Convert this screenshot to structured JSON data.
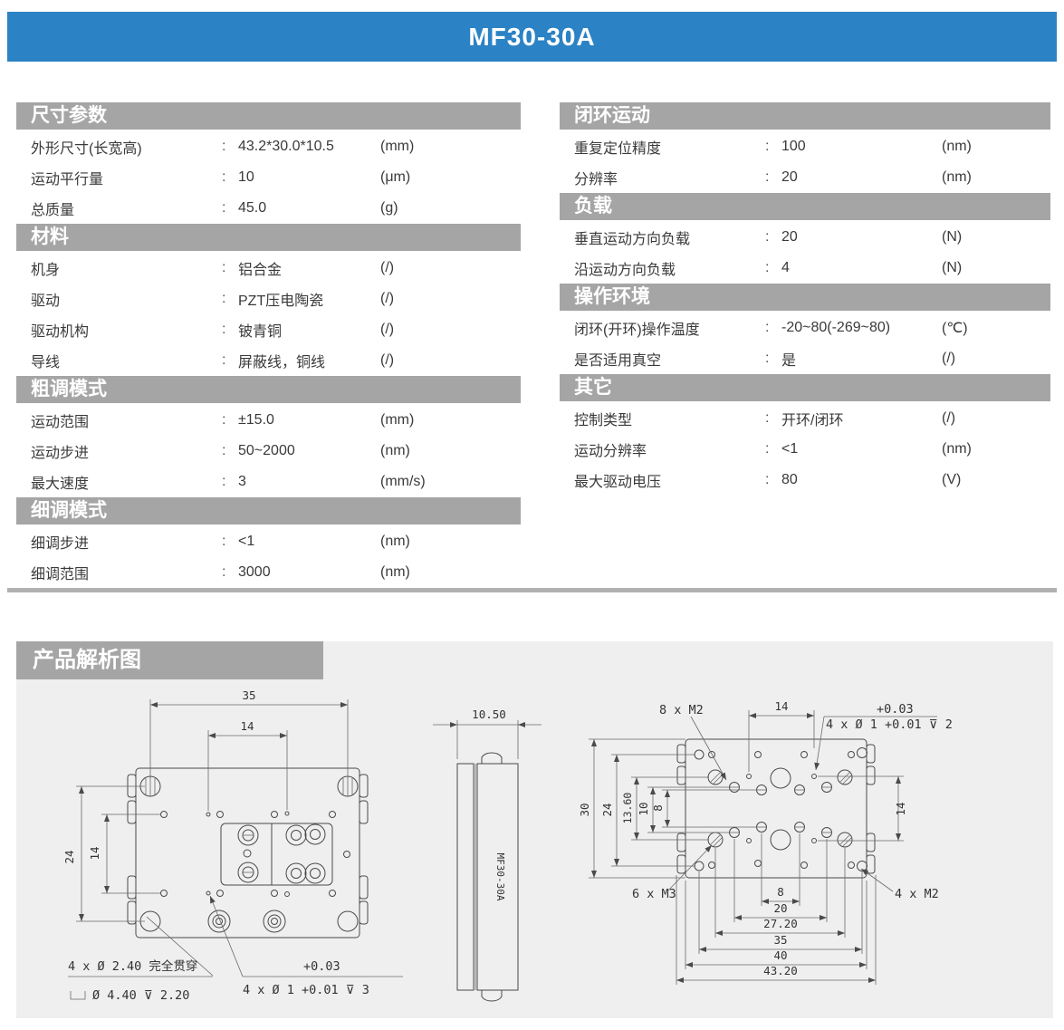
{
  "header": {
    "title": "MF30-30A",
    "accent_color": "#2b82c4"
  },
  "spec": {
    "columns": [
      {
        "sections": [
          {
            "header": "尺寸参数",
            "rows": [
              {
                "label": "外形尺寸(长宽高)",
                "value": "43.2*30.0*10.5",
                "unit": "(mm)"
              },
              {
                "label": "运动平行量",
                "value": "10",
                "unit": "(μm)"
              },
              {
                "label": "总质量",
                "value": "45.0",
                "unit": "(g)"
              }
            ]
          },
          {
            "header": "材料",
            "rows": [
              {
                "label": "机身",
                "value": "铝合金",
                "unit": "(/)"
              },
              {
                "label": "驱动",
                "value": "PZT压电陶瓷",
                "unit": "(/)"
              },
              {
                "label": "驱动机构",
                "value": "铍青铜",
                "unit": "(/)"
              },
              {
                "label": "导线",
                "value": "屏蔽线，铜线",
                "unit": "(/)"
              }
            ]
          },
          {
            "header": "粗调模式",
            "rows": [
              {
                "label": "运动范围",
                "value": "±15.0",
                "unit": "(mm)"
              },
              {
                "label": "运动步进",
                "value": "50~2000",
                "unit": "(nm)"
              },
              {
                "label": "最大速度",
                "value": "3",
                "unit": "(mm/s)"
              }
            ]
          },
          {
            "header": "细调模式",
            "rows": [
              {
                "label": "细调步进",
                "value": "<1",
                "unit": "(nm)"
              },
              {
                "label": "细调范围",
                "value": "3000",
                "unit": "(nm)"
              }
            ]
          }
        ]
      },
      {
        "sections": [
          {
            "header": "闭环运动",
            "rows": [
              {
                "label": "重复定位精度",
                "value": "100",
                "unit": "(nm)"
              },
              {
                "label": "分辨率",
                "value": "20",
                "unit": "(nm)"
              }
            ]
          },
          {
            "header": "负载",
            "rows": [
              {
                "label": "垂直运动方向负载",
                "value": "20",
                "unit": "(N)"
              },
              {
                "label": "沿运动方向负载",
                "value": "4",
                "unit": "(N)"
              }
            ]
          },
          {
            "header": "操作环境",
            "rows": [
              {
                "label": "闭环(开环)操作温度",
                "value": "-20~80(-269~80)",
                "unit": "(℃)"
              },
              {
                "label": "是否适用真空",
                "value": "是",
                "unit": "(/)"
              }
            ]
          },
          {
            "header": "其它",
            "rows": [
              {
                "label": "控制类型",
                "value": "开环/闭环",
                "unit": "(/)"
              },
              {
                "label": "运动分辨率",
                "value": "<1",
                "unit": "(nm)"
              },
              {
                "label": "最大驱动电压",
                "value": "80",
                "unit": "(V)"
              }
            ]
          }
        ]
      }
    ]
  },
  "diagram": {
    "title": "产品解析图",
    "top_view": {
      "dim_width": "35",
      "dim_inner_width": "14",
      "dim_height": "24",
      "dim_inner_height": "14",
      "note_thru_line1": "4 x Ø 2.40 完全贯穿",
      "note_thru_line2": "Ø 4.40 ⊽ 2.20",
      "note_pins_tol": "+0.03",
      "note_pins": "4 x Ø 1 +0.01 ⊽ 3"
    },
    "side_view": {
      "dim_thickness": "10.50",
      "model_label": "MF30-30A"
    },
    "bottom_view": {
      "callout_m2_8": "8 x M2",
      "callout_m3_6": "6 x M3",
      "callout_m2_4": "4 x M2",
      "callout_pins_tol": "+0.03",
      "callout_pins": "4 x Ø 1 +0.01 ⊽ 2",
      "dim_top_14": "14",
      "dim_30": "30",
      "dim_24": "24",
      "dim_13_60": "13.60",
      "dim_10": "10",
      "dim_8": "8",
      "dim_right_14": "14",
      "dim_b8": "8",
      "dim_b20": "20",
      "dim_b27_20": "27.20",
      "dim_b35": "35",
      "dim_b40": "40",
      "dim_b43_20": "43.20"
    }
  }
}
